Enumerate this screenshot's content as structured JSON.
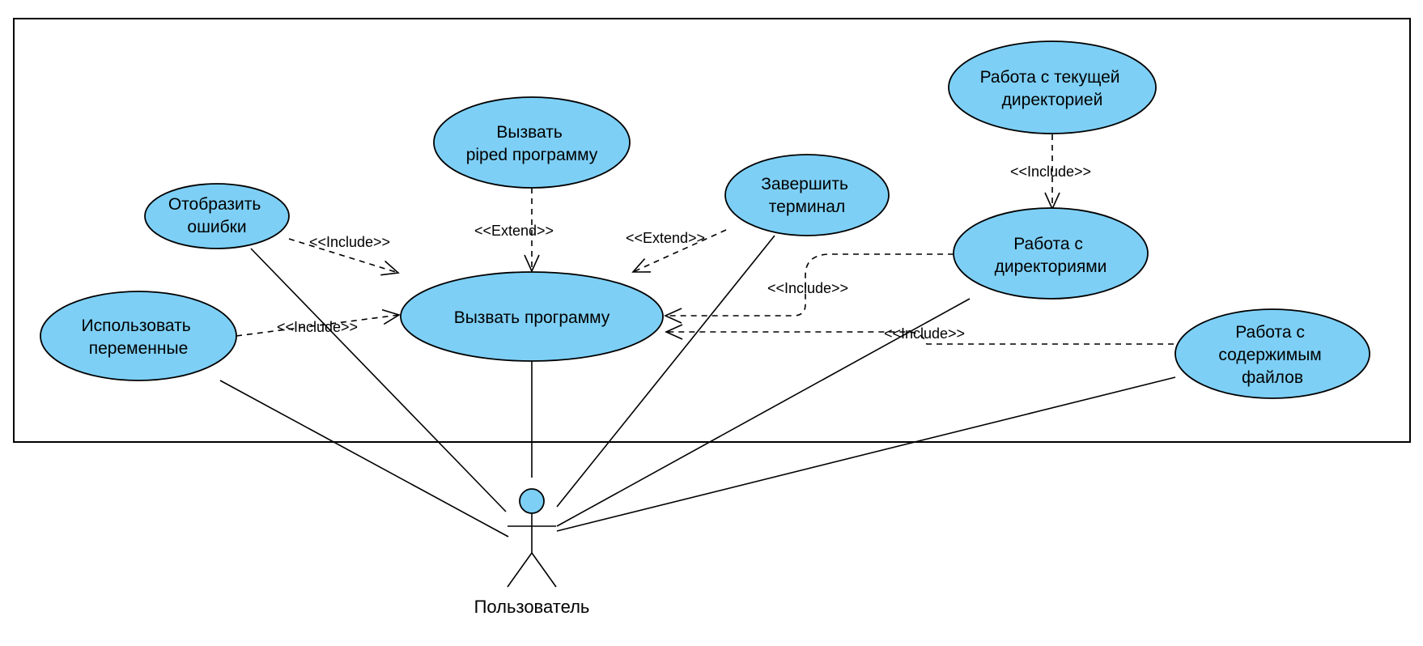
{
  "diagram": {
    "type": "use-case",
    "fill_color": "#7dcff5",
    "actor": {
      "label": "Пользователь"
    },
    "use_cases": {
      "call_program": [
        "Вызвать программу"
      ],
      "call_piped": [
        "Вызвать",
        "piped программу"
      ],
      "show_errors": [
        "Отобразить",
        "ошибки"
      ],
      "use_vars": [
        "Использовать",
        "переменные"
      ],
      "exit_terminal": [
        "Завершить",
        "терминал"
      ],
      "cur_dir": [
        "Работа с  текущей",
        "директорией"
      ],
      "dirs": [
        "Работа с",
        "директориями"
      ],
      "file_contents": [
        "Работа с",
        "содержимым",
        "файлов"
      ]
    },
    "relations": {
      "include_errors": "<<Include>>",
      "include_vars": "<<Include>>",
      "extend_piped": "<<Extend>>",
      "extend_exit": "<<Extend>>",
      "include_dirs": "<<Include>>",
      "include_files": "<<Include>>",
      "include_curdir": "<<Include>>"
    }
  }
}
